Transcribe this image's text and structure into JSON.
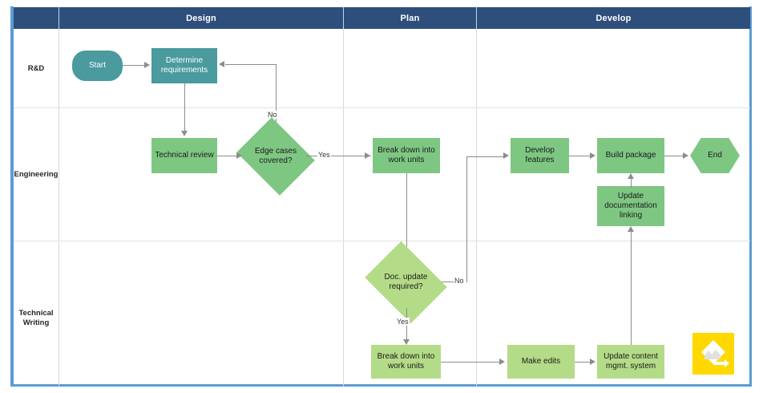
{
  "diagram": {
    "title": "Software release process swimlane flowchart",
    "colors": {
      "header_band": "#2e4f7c",
      "frame_border": "#5b9bd5",
      "teal_node": "#4a9a9e",
      "green_node": "#7ec783",
      "light_green_node": "#b4db87",
      "connector": "#8c8c8c",
      "watermark": "#ffd800"
    }
  },
  "columns": [
    {
      "label": "Design"
    },
    {
      "label": "Plan"
    },
    {
      "label": "Develop"
    }
  ],
  "lanes": [
    {
      "label": "R&D"
    },
    {
      "label": "Engineering"
    },
    {
      "label": "Technical\nWriting"
    }
  ],
  "nodes": {
    "start": "Start",
    "determine_requirements": "Determine requirements",
    "technical_review": "Technical review",
    "edge_cases": "Edge cases covered?",
    "break_down_plan": "Break down into work units",
    "develop_features": "Develop features",
    "build_package": "Build package",
    "end": "End",
    "update_documentation": "Update documentation linking",
    "doc_update_required": "Doc. update required?",
    "break_down_tw": "Break down into work units",
    "make_edits": "Make edits",
    "update_cms": "Update content mgmt. system"
  },
  "edge_labels": {
    "edge_cases_no": "No",
    "edge_cases_yes": "Yes",
    "doc_update_no": "No",
    "doc_update_yes": "Yes"
  },
  "watermark": {
    "name": "smartdraw-logo"
  },
  "chart_data": {
    "type": "diagram",
    "diagram_kind": "swimlane-flowchart",
    "swimlane_columns": [
      "Design",
      "Plan",
      "Develop"
    ],
    "swimlane_rows": [
      "R&D",
      "Engineering",
      "Technical Writing"
    ],
    "shapes": [
      {
        "id": "start",
        "text": "Start",
        "shape": "rounded-rectangle",
        "fill": "#4a9a9e",
        "lane": "R&D",
        "column": "Design"
      },
      {
        "id": "determine_requirements",
        "text": "Determine requirements",
        "shape": "rectangle",
        "fill": "#4a9a9e",
        "lane": "R&D",
        "column": "Design"
      },
      {
        "id": "technical_review",
        "text": "Technical review",
        "shape": "rectangle",
        "fill": "#7ec783",
        "lane": "Engineering",
        "column": "Design"
      },
      {
        "id": "edge_cases",
        "text": "Edge cases covered?",
        "shape": "diamond",
        "fill": "#7ec783",
        "lane": "Engineering",
        "column": "Design"
      },
      {
        "id": "break_down_plan",
        "text": "Break down into work units",
        "shape": "rectangle",
        "fill": "#7ec783",
        "lane": "Engineering",
        "column": "Plan"
      },
      {
        "id": "develop_features",
        "text": "Develop features",
        "shape": "rectangle",
        "fill": "#7ec783",
        "lane": "Engineering",
        "column": "Develop"
      },
      {
        "id": "build_package",
        "text": "Build package",
        "shape": "rectangle",
        "fill": "#7ec783",
        "lane": "Engineering",
        "column": "Develop"
      },
      {
        "id": "end",
        "text": "End",
        "shape": "hexagon",
        "fill": "#7ec783",
        "lane": "Engineering",
        "column": "Develop"
      },
      {
        "id": "update_documentation",
        "text": "Update documentation linking",
        "shape": "rectangle",
        "fill": "#7ec783",
        "lane": "Engineering",
        "column": "Develop"
      },
      {
        "id": "doc_update_required",
        "text": "Doc. update required?",
        "shape": "diamond",
        "fill": "#b4db87",
        "lane": "Technical Writing",
        "column": "Plan"
      },
      {
        "id": "break_down_tw",
        "text": "Break down into work units",
        "shape": "rectangle",
        "fill": "#b4db87",
        "lane": "Technical Writing",
        "column": "Plan"
      },
      {
        "id": "make_edits",
        "text": "Make edits",
        "shape": "rectangle",
        "fill": "#b4db87",
        "lane": "Technical Writing",
        "column": "Develop"
      },
      {
        "id": "update_cms",
        "text": "Update content mgmt. system",
        "shape": "rectangle",
        "fill": "#b4db87",
        "lane": "Technical Writing",
        "column": "Develop"
      }
    ],
    "edges": [
      {
        "from": "start",
        "to": "determine_requirements",
        "label": ""
      },
      {
        "from": "determine_requirements",
        "to": "technical_review",
        "label": ""
      },
      {
        "from": "technical_review",
        "to": "edge_cases",
        "label": ""
      },
      {
        "from": "edge_cases",
        "to": "determine_requirements",
        "label": "No"
      },
      {
        "from": "edge_cases",
        "to": "break_down_plan",
        "label": "Yes"
      },
      {
        "from": "break_down_plan",
        "to": "doc_update_required",
        "label": ""
      },
      {
        "from": "doc_update_required",
        "to": "develop_features",
        "label": "No"
      },
      {
        "from": "doc_update_required",
        "to": "break_down_tw",
        "label": "Yes"
      },
      {
        "from": "develop_features",
        "to": "build_package",
        "label": ""
      },
      {
        "from": "build_package",
        "to": "end",
        "label": ""
      },
      {
        "from": "update_documentation",
        "to": "build_package",
        "label": ""
      },
      {
        "from": "break_down_tw",
        "to": "make_edits",
        "label": ""
      },
      {
        "from": "make_edits",
        "to": "update_cms",
        "label": ""
      },
      {
        "from": "update_cms",
        "to": "update_documentation",
        "label": ""
      }
    ]
  }
}
